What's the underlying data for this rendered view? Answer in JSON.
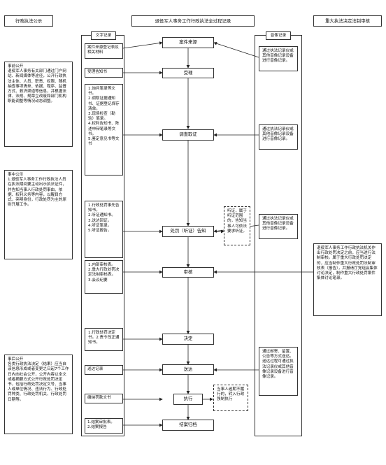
{
  "headers": {
    "left": "行政执法公示",
    "center": "退役军人事务工作行政执法全过程记录",
    "right": "重大执法决定法制审核"
  },
  "columns": {
    "text_record": "文字记录",
    "audio_video": "音像记录"
  },
  "flow": {
    "source": "案件来源",
    "accept": "受理",
    "investigate": "调查取证",
    "penalty_notice": "处罚（听证）告知",
    "review": "审核",
    "decision": "决定",
    "delivery": "送达",
    "execute": "执行",
    "archive": "结案归档"
  },
  "text_records": {
    "source_reg": "案件来源登记表及相关材料",
    "accept_notice": "受理告知书",
    "investigate_docs": "1.询问笔录等文书。\n2.调取证据通知书、证据登记保存清单。\n3.现场检查（勘验）笔录。\n4.权利告知书、陈述申辩笔录等文书。\n5.鉴定意见书等文书",
    "penalty_docs": "1.行政处罚事先告知书。\n2.听证通知书。\n3.送达回证。\n4.听证笔录。\n5.听证报告。",
    "review_docs": "1.内部审核表。\n2.重大行政处罚决定法制审核表。\n3.会议纪要",
    "decision_docs": "1.行政处罚决定书。2.责令改正通知书。",
    "delivery_docs": "送达记录",
    "execute_docs": "缴纳罚款文书",
    "archive_docs": "1.结案审批表。\n2.结案报告"
  },
  "audio_records": {
    "a1": "通过执法记录仪或其他音像记录设备进行音像记录。",
    "a2": "通过执法记录仪或其他音像记录设备进行音像记录。",
    "a3": "通过执法记录仪或其他音像记录设备进行音像记录。",
    "a4": "通过邮寄、留置、公告等方式送达。送达过程可通过执法记录仪或其他音像记录设备进行音像记录。"
  },
  "side_notes": {
    "hearing": "听证，属于听证范围的，告知当事人可依法要求听证。",
    "enforce": "当事人逾期不履行的，转入行政强制执行"
  },
  "left_notes": {
    "pre": "事前公开\n退役军人事务有关部门通过门户网站、新闻媒体等途径，公开行政执法主体、人员、职责、权限、随机抽查事项清单、依据、程序、监督方式、救济渠道等信息，并根据法律、法规、规章立改废和部门机构职能调整等情况动态调整。",
    "mid": "事中公示\n1.退役军人事务工作行政执法人员在执法期间要主动出示执法证件，并告知当事人行政处罚事由、依据、权利义务等内容，以醒目方式，亮明身份，行政处罚为主的原则开展工作。",
    "post": "事后公开\n各类行政执法决定（结果）应当自该信息形成或者变更之日起7个工作日内向社会公开，公开内容以全文或者摘要方式公开行政处罚决定书，包括行政处罚决定文号、当事人或单位情况、违法行为、行政处罚种类、行政处罚机关、行政处罚日期等。"
  },
  "right_note": "退役军人事务工作行政执法机关作出行政处罚决定之前，应当进行法制审核。属于重大行政处罚决定的，应当制作重大行政处罚法制审核表（报告），并报请厅党组会集体讨论决定，制作重大行政处罚案件集体讨论笔录。"
}
